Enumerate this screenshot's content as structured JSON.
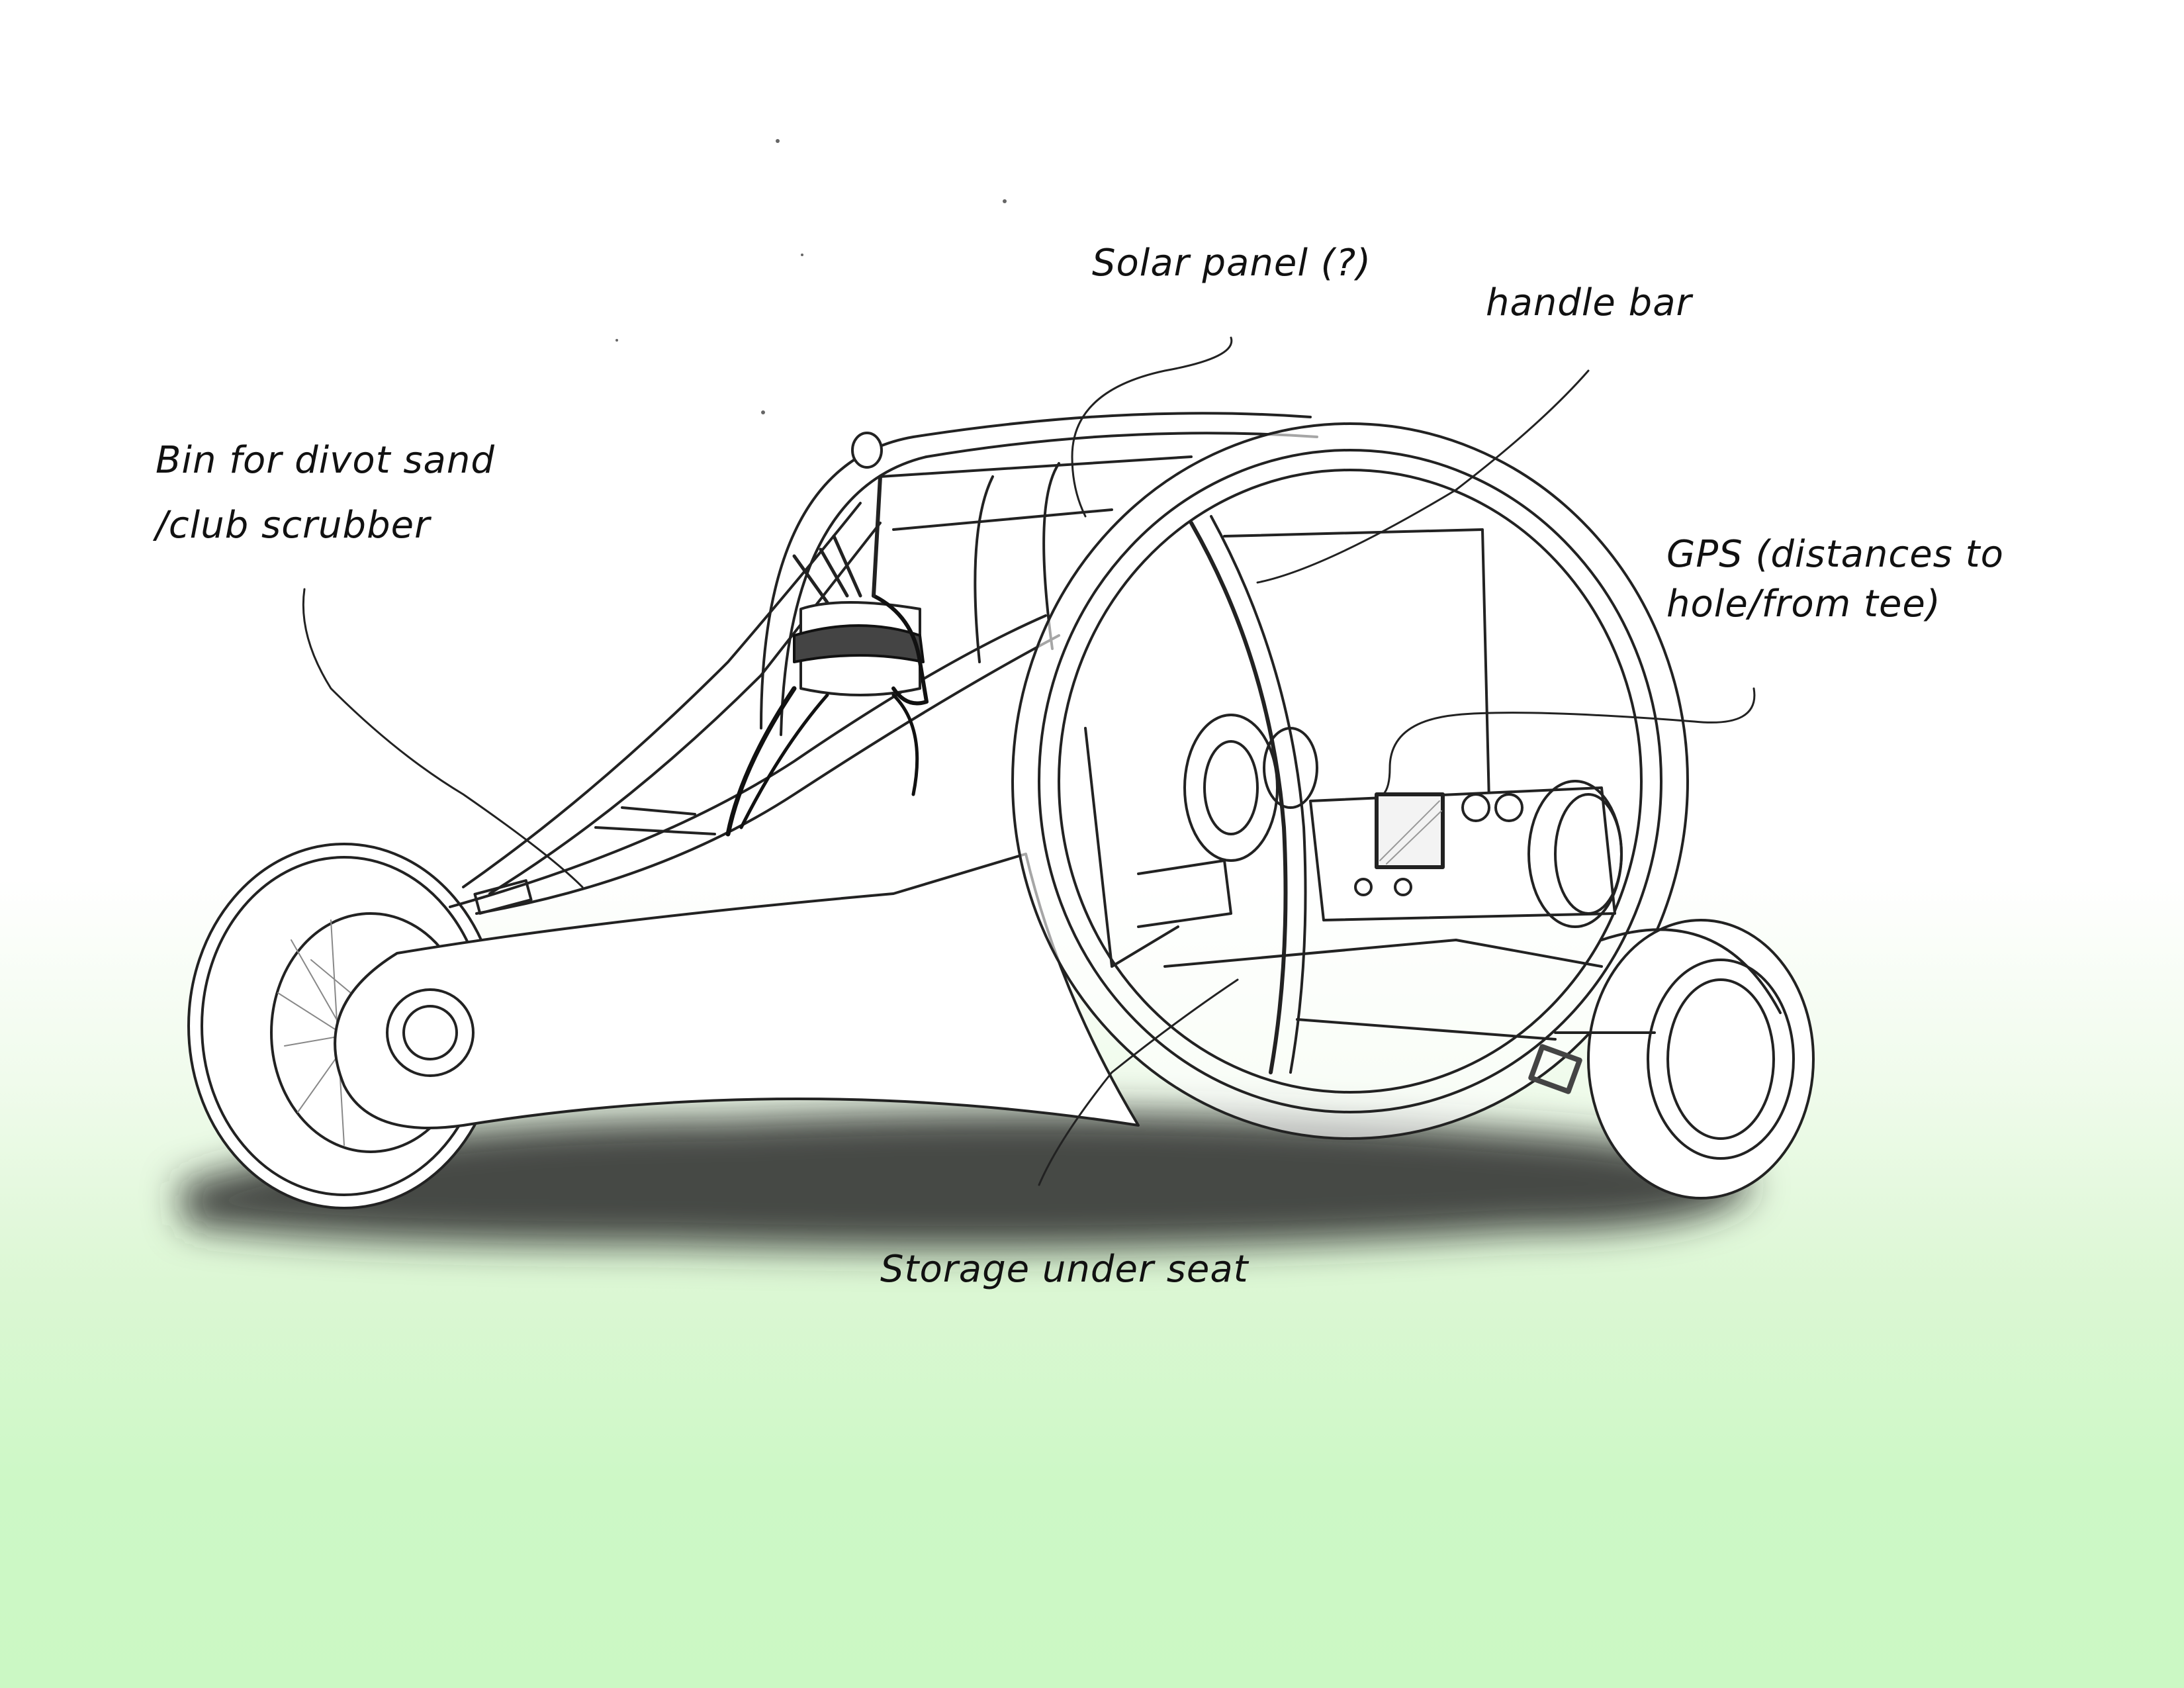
{
  "labels": {
    "solar_panel": "Solar panel (?)",
    "handle_bar": "handle bar",
    "bin_line1": "Bin for divot sand",
    "bin_line2": "/club scrubber",
    "gps_line1": "GPS (distances to",
    "gps_line2": "hole/from tee)",
    "storage": "Storage under seat"
  },
  "colors": {
    "ink": "#111111",
    "ground_green": "#cbf8c4",
    "shadow": "#333333"
  }
}
